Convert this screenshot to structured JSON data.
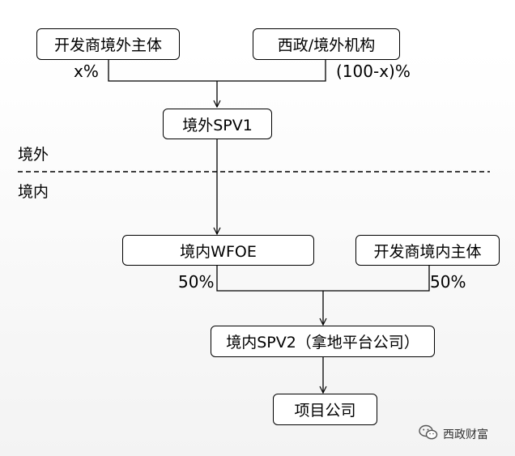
{
  "nodes": {
    "developer_offshore": "开发商境外主体",
    "xizheng_offshore": "西政/境外机构",
    "spv1": "境外SPV1",
    "wfoe": "境内WFOE",
    "developer_onshore": "开发商境内主体",
    "spv2": "境内SPV2（拿地平台公司）",
    "project_company": "项目公司"
  },
  "percentages": {
    "developer_offshore": "x%",
    "xizheng_offshore": "(100-x)%",
    "wfoe": "50%",
    "developer_onshore": "50%"
  },
  "regions": {
    "offshore": "境外",
    "onshore": "境内"
  },
  "watermark": {
    "text": "西政财富",
    "icon": "wechat-icon"
  }
}
